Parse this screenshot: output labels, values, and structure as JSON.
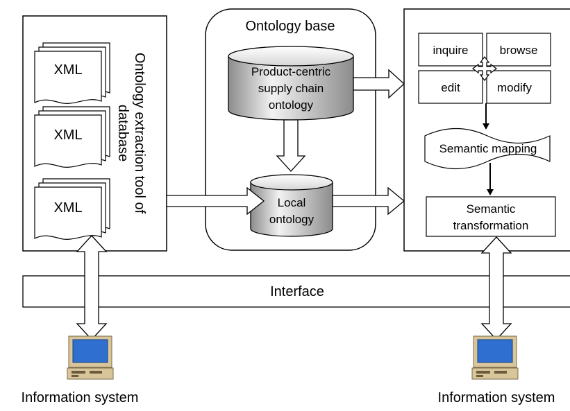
{
  "left_panel": {
    "docs": [
      "XML",
      "XML",
      "XML"
    ],
    "vertical_label_line1": "Ontology extraction tool of",
    "vertical_label_line2": "database"
  },
  "ontology_base": {
    "title": "Ontology base",
    "top_db_line1": "Product-centric",
    "top_db_line2": "supply chain",
    "top_db_line3": "ontology",
    "bottom_db_line1": "Local",
    "bottom_db_line2": "ontology"
  },
  "right_panel": {
    "buttons": {
      "inquire": "inquire",
      "browse": "browse",
      "edit": "edit",
      "modify": "modify"
    },
    "semantic_mapping": "Semantic mapping",
    "semantic_transformation_line1": "Semantic",
    "semantic_transformation_line2": "transformation"
  },
  "interface": {
    "label": "Interface"
  },
  "info_systems": {
    "left_label": "Information system",
    "right_label": "Information system"
  },
  "colors": {
    "stroke": "#000000",
    "db_gradient_light": "#f2f2f2",
    "db_gradient_dark": "#8c8c8c",
    "computer_body": "#d9c59a",
    "computer_screen": "#2f6fd0"
  }
}
